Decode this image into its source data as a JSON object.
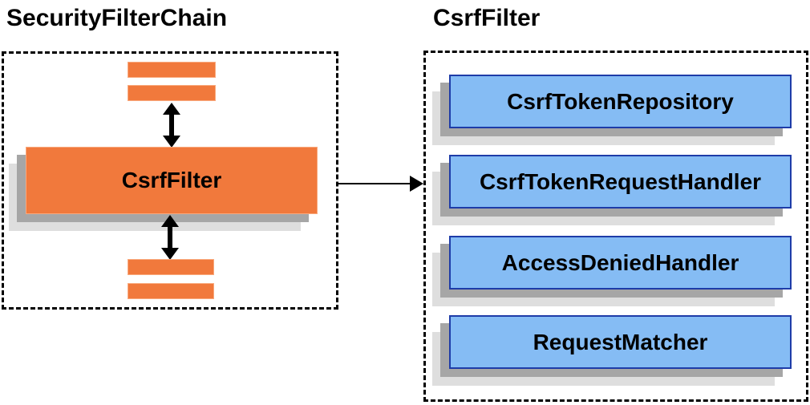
{
  "left_panel": {
    "title": "SecurityFilterChain",
    "csrf_filter_label": "CsrfFilter"
  },
  "right_panel": {
    "title": "CsrfFilter",
    "components": [
      "CsrfTokenRepository",
      "CsrfTokenRequestHandler",
      "AccessDeniedHandler",
      "RequestMatcher"
    ]
  },
  "colors": {
    "orange_fill": "#F1793C",
    "orange_highlight": "#F9A97D",
    "blue_fill": "#85BCF4",
    "blue_border": "#1E3CA8",
    "shadow_dark": "#A6A6A6",
    "shadow_light": "#DEDEDE",
    "arrow": "#000000"
  }
}
